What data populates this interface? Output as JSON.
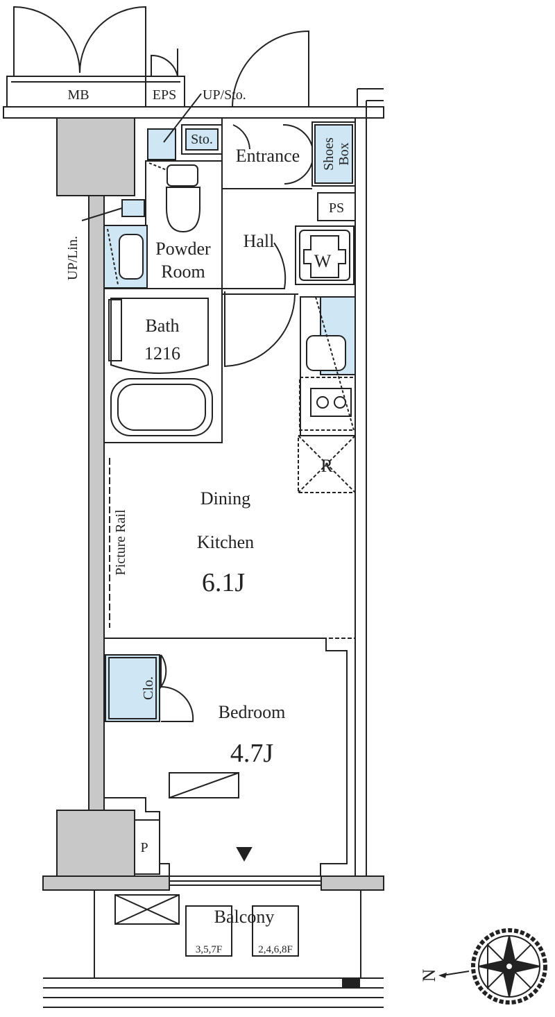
{
  "labels": {
    "mb": "MB",
    "eps": "EPS",
    "up_sto": "UP/Sto.",
    "sto": "Sto.",
    "entrance": "Entrance",
    "shoes_box_1": "Shoes",
    "shoes_box_2": "Box",
    "ps": "PS",
    "up_lin": "UP/Lin.",
    "powder_room_1": "Powder",
    "powder_room_2": "Room",
    "hall": "Hall",
    "washer": "W",
    "bath": "Bath",
    "bath_size": "1216",
    "refrigerator": "R",
    "dining_1": "Dining",
    "dining_2": "Kitchen",
    "dining_area": "6.1J",
    "picture_rail": "Picture Rail",
    "closet": "Clo.",
    "bedroom": "Bedroom",
    "bedroom_area": "4.7J",
    "pipe": "P",
    "balcony": "Balcony",
    "floors_a": "3,5,7F",
    "floors_b": "2,4,6,8F",
    "north": "N"
  },
  "colors": {
    "wall_fill": "#c8c8c8",
    "storage_fill": "#cfe7f5",
    "line": "#222222"
  },
  "icons": [
    "compass-rose-icon",
    "north-arrow-icon",
    "entrance-arrow-icon"
  ]
}
